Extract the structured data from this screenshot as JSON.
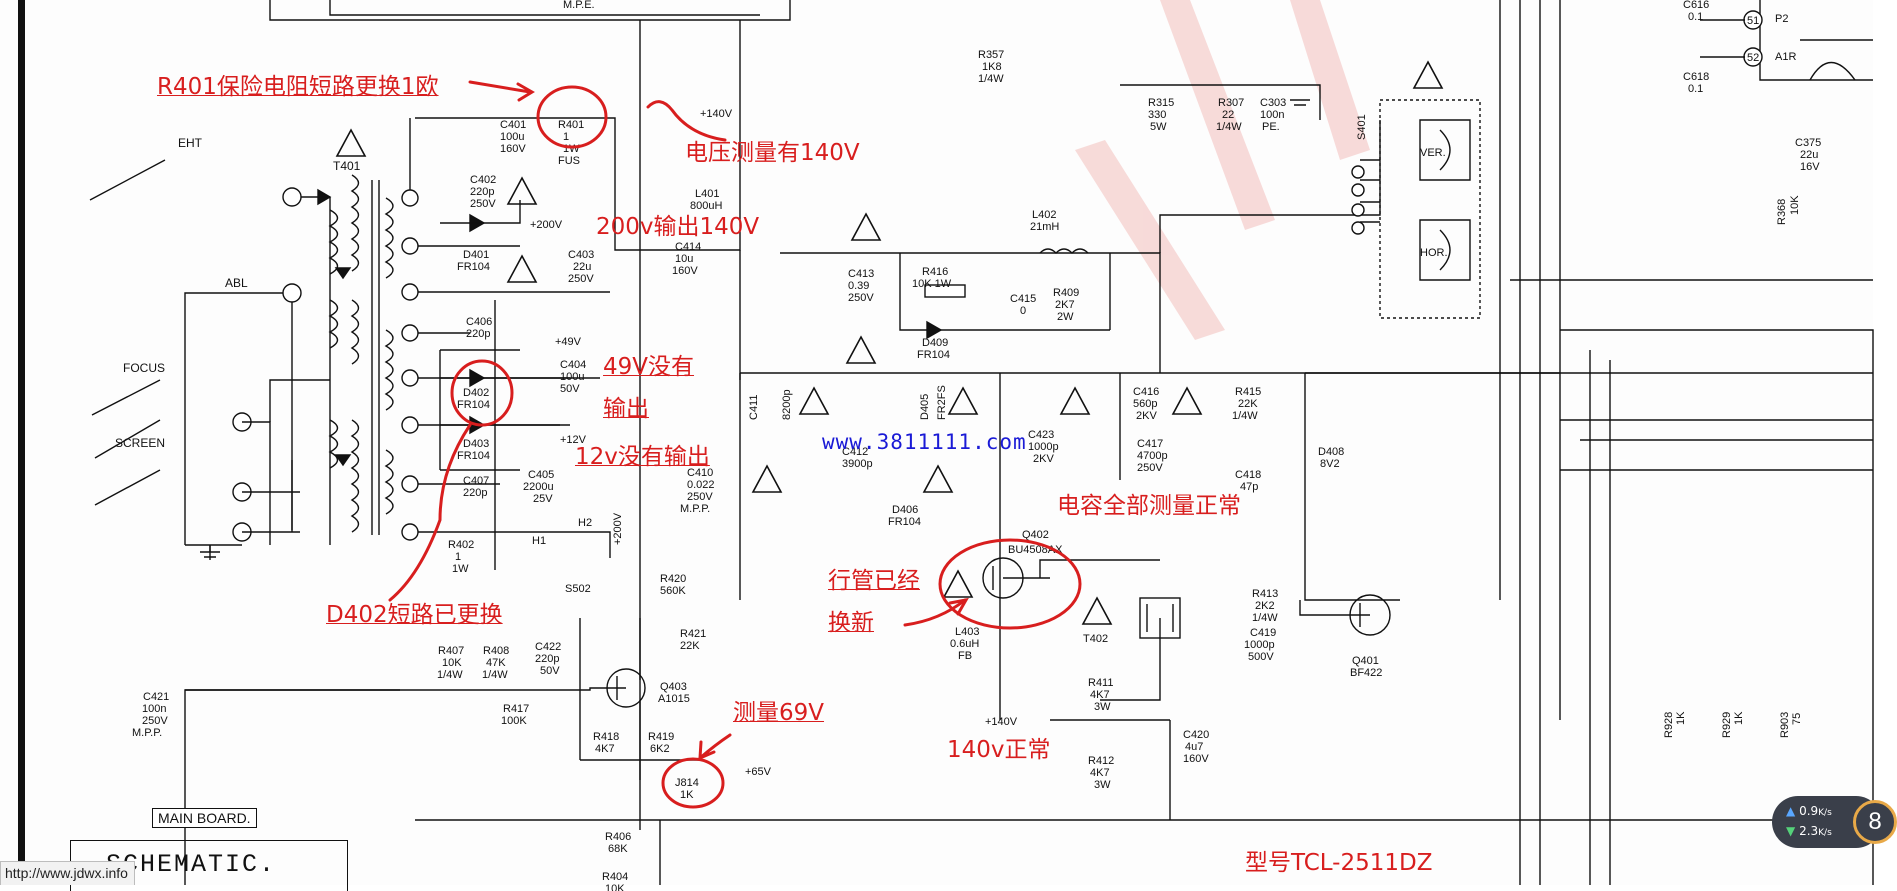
{
  "annotations": {
    "r401": "R401保险电阻短路更换1欧",
    "voltage140": "电压测量有140V",
    "out200": "200v输出140V",
    "v49_a": "49V没有",
    "v49_b": "输出",
    "v12": "12v没有输出",
    "caps": "电容全部测量正常",
    "hot_a": "行管已经",
    "hot_b": "换新",
    "d402": "D402短路已更换",
    "v69": "测量69V",
    "v140ok": "140v正常",
    "model": "型号TCL-2511DZ"
  },
  "watermark": "www.3811111.com",
  "labels": {
    "eht": "EHT",
    "abl": "ABL",
    "focus": "FOCUS",
    "screen": "SCREEN",
    "t401": "T401",
    "r401": [
      "R401",
      "1",
      "1W",
      "FUS"
    ],
    "c401": [
      "C401",
      "100u",
      "160V"
    ],
    "plus140": "+140V",
    "c402": [
      "C402",
      "220p",
      "250V"
    ],
    "plus200": "+200V",
    "d401": [
      "D401",
      "FR104"
    ],
    "c403": [
      "C403",
      "22u",
      "250V"
    ],
    "l401": [
      "L401",
      "800uH"
    ],
    "c414": [
      "C414",
      "10u",
      "160V"
    ],
    "c406": [
      "C406",
      "220p"
    ],
    "plus49": "+49V",
    "c404": [
      "C404",
      "100u",
      "50V"
    ],
    "d402": [
      "D402",
      "FR104"
    ],
    "d403": [
      "D403",
      "FR104"
    ],
    "plus12": "+12V",
    "c407": [
      "C407",
      "220p"
    ],
    "c405": [
      "C405",
      "2200u",
      "25V"
    ],
    "r402": [
      "R402",
      "1",
      "1W"
    ],
    "h1": "H1",
    "h2": "H2",
    "s502": "S502",
    "plus200v": "+200V",
    "r357": [
      "R357",
      "1K8",
      "1/4W"
    ],
    "mpe": "M.P.E.",
    "r315": [
      "R315",
      "330",
      "5W"
    ],
    "r307": [
      "R307",
      "22",
      "1/4W"
    ],
    "c303": [
      "C303",
      "100n",
      "PE."
    ],
    "s401": "S401",
    "ver": "VER.",
    "hor": "HOR.",
    "c413": [
      "C413",
      "0.39",
      "250V"
    ],
    "r416": [
      "R416",
      "10K 1W"
    ],
    "l402": [
      "L402",
      "21mH"
    ],
    "c415": [
      "C415",
      "0"
    ],
    "r409": [
      "R409",
      "2K7",
      "2W"
    ],
    "d409": [
      "D409",
      "FR104"
    ],
    "c411": [
      "C411",
      "8200p"
    ],
    "c412": [
      "C412",
      "3900p"
    ],
    "d405": [
      "D405",
      "FR2FS"
    ],
    "d406": [
      "D406",
      "FR104"
    ],
    "c410": [
      "C410",
      "0.022",
      "250V",
      "M.P.P."
    ],
    "c423": [
      "C423",
      "1000p",
      "2KV"
    ],
    "c416": [
      "C416",
      "560p",
      "2KV"
    ],
    "c417": [
      "C417",
      "4700p",
      "250V"
    ],
    "r415": [
      "R415",
      "22K",
      "1/4W"
    ],
    "c418": [
      "C418",
      "47p"
    ],
    "d408": [
      "D408",
      "8V2"
    ],
    "q402": [
      "Q402",
      "BU4508AX"
    ],
    "t402": "T402",
    "l403": [
      "L403",
      "0.6uH",
      "FB"
    ],
    "r413": [
      "R413",
      "2K2",
      "1/4W"
    ],
    "c419": [
      "C419",
      "1000p",
      "500V"
    ],
    "q401": [
      "Q401",
      "BF422"
    ],
    "r420": [
      "R420",
      "560K"
    ],
    "r421": [
      "R421",
      "22K"
    ],
    "c422": [
      "C422",
      "220p",
      "50V"
    ],
    "q403": [
      "Q403",
      "A1015"
    ],
    "r407": [
      "R407",
      "10K",
      "1/4W"
    ],
    "r408": [
      "R408",
      "47K",
      "1/4W"
    ],
    "r417": [
      "R417",
      "100K"
    ],
    "r418": [
      "R418",
      "4K7"
    ],
    "r419": [
      "R419",
      "6K2"
    ],
    "j814": [
      "J814",
      "1K"
    ],
    "plus65": "+65V",
    "c421": [
      "C421",
      "100n",
      "250V",
      "M.P.P."
    ],
    "r406": [
      "R406",
      "68K"
    ],
    "r404": [
      "R404",
      "10K"
    ],
    "r411": [
      "R411",
      "4K7",
      "3W"
    ],
    "r412": [
      "R412",
      "4K7",
      "3W"
    ],
    "c420": [
      "C420",
      "4u7",
      "160V"
    ],
    "r928": [
      "R928",
      "1K"
    ],
    "r929": [
      "R929",
      "1K"
    ],
    "r903": [
      "R903",
      "75"
    ],
    "c375": [
      "C375",
      "22u",
      "16V"
    ],
    "r368": [
      "R368",
      "10K"
    ],
    "c618": [
      "C618",
      "0.1"
    ],
    "c616": [
      "C616",
      "0.1"
    ],
    "p2": "P2",
    "a1r": "A1R",
    "pin51": "51",
    "pin52": "52",
    "mainboard": "MAIN BOARD.",
    "schematic": "SCHEMATIC."
  },
  "status_url": "http://www.jdwx.info",
  "network": {
    "up": "0.9",
    "down": "2.3",
    "unit": "K/s",
    "ring": "8"
  },
  "colors": {
    "annotation": "#d81e1e",
    "watermark": "#1a1ad6",
    "ink": "#111111"
  }
}
